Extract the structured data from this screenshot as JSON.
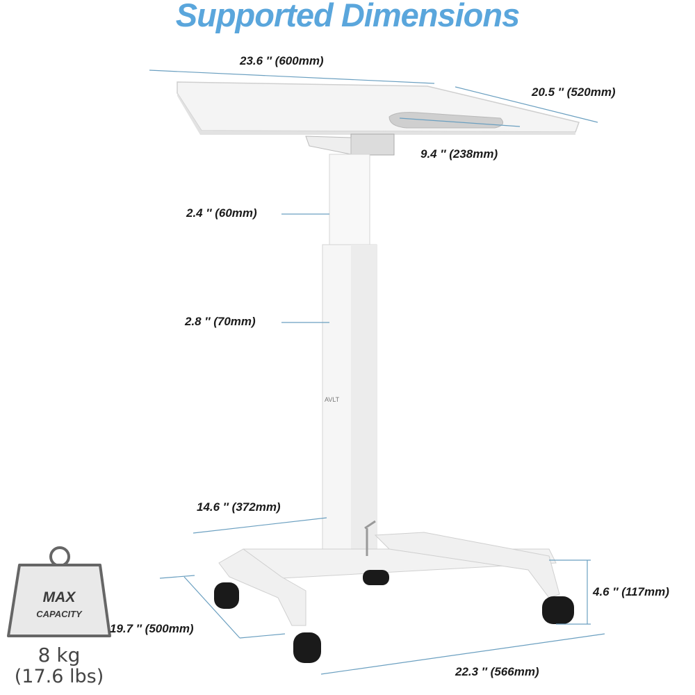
{
  "title": "Supported Dimensions",
  "dimensions": {
    "desk_width": "23.6 ″ (600mm)",
    "desk_depth": "20.5 ″ (520mm)",
    "tray_width": "9.4 ″ (238mm)",
    "upper_column": "2.4 ″ (60mm)",
    "lower_column": "2.8 ″ (70mm)",
    "base_inner": "14.6 ″ (372mm)",
    "foot_height": "4.6 ″ (117mm)",
    "base_depth": "19.7 ″ (500mm)",
    "base_width": "22.3 ″ (566mm)"
  },
  "capacity": {
    "label_top": "MAX",
    "label_bottom": "CAPACITY",
    "kg": "8 kg",
    "lbs": "(17.6 lbs)"
  },
  "brand_logo": "AVLT",
  "colors": {
    "title": "#5aa6dc",
    "dimension_line": "#6a9fc0"
  }
}
